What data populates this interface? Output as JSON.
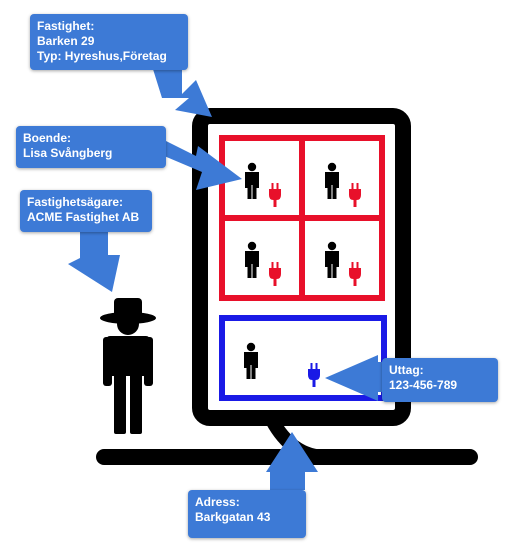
{
  "callouts": {
    "property": {
      "lines": [
        "Fastighet:",
        "Barken 29",
        "Typ: Hyreshus,Företag"
      ]
    },
    "resident": {
      "lines": [
        "Boende:",
        "Lisa Svångberg"
      ]
    },
    "owner": {
      "lines": [
        "Fastighetsägare:",
        "ACME Fastighet AB"
      ]
    },
    "outlet": {
      "lines": [
        "Uttag:",
        "123-456-789"
      ]
    },
    "address": {
      "lines": [
        "Adress:",
        "Barkgatan 43"
      ]
    }
  },
  "colors": {
    "callout": "#3d7ad6",
    "residential": "#e8102a",
    "commercial": "#1a1ae6",
    "outline": "#000000",
    "plug_residential": "#e8102a",
    "plug_commercial": "#1a1ae6"
  },
  "icons": {
    "person": "person-icon",
    "plug": "plug-icon",
    "owner": "owner-with-hat-icon"
  }
}
